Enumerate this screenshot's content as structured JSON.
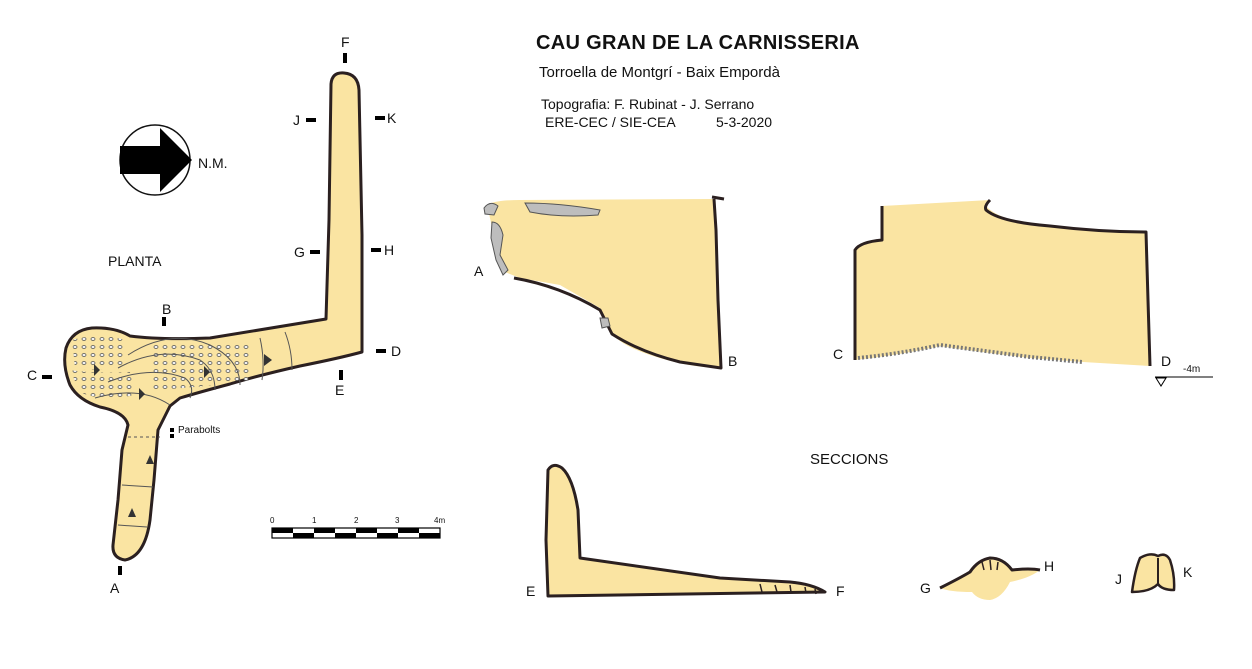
{
  "header": {
    "title": "CAU GRAN DE LA CARNISSERIA",
    "location": "Torroella de Montgrí - Baix Empordà",
    "topography": "Topografia: F. Rubinat - J. Serrano",
    "org": "ERE-CEC / SIE-CEA",
    "date": "5-3-2020"
  },
  "north": {
    "label": "N.M."
  },
  "plan": {
    "label": "PLANTA",
    "parabolts": "Parabolts",
    "points": [
      "A",
      "B",
      "C",
      "D",
      "E",
      "F",
      "G",
      "H",
      "J",
      "K"
    ]
  },
  "scale": {
    "ticks": [
      "0",
      "1",
      "2",
      "3",
      "4m"
    ]
  },
  "sections": {
    "label": "SECCIONS",
    "ab": {
      "left": "A",
      "right": "B"
    },
    "cd": {
      "left": "C",
      "right": "D",
      "depth": "-4m"
    },
    "ef": {
      "left": "E",
      "right": "F"
    },
    "gh": {
      "left": "G",
      "right": "H"
    },
    "jk": {
      "left": "J",
      "right": "K"
    }
  },
  "colors": {
    "fill": "#fae4a2",
    "outline": "#2b2020",
    "rock": "#bdbdbd"
  }
}
